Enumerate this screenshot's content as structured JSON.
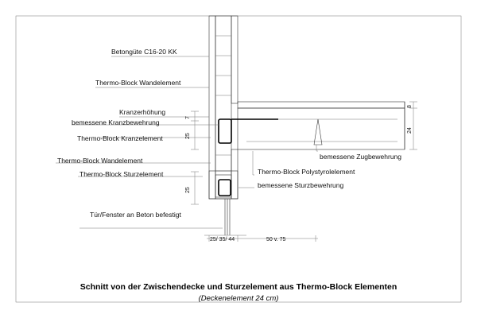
{
  "labels": {
    "betongute": "Betongüte C16-20 KK",
    "wandelement_top": "Thermo-Block Wandelement",
    "kranzerhohung": "Kranzerhöhung",
    "kranzbewehrung": "bemessene Kranzbewehrung",
    "kranzelement": "Thermo-Block Kranzelement",
    "wandelement_bottom": "Thermo-Block Wandelement",
    "sturzelement": "Thermo-Block Sturzelement",
    "tuer_fenster": "Tür/Fenster an Beton befestigt",
    "zugbewehrung": "bemessene Zugbewehrung",
    "polystyrol": "Thermo-Block Polystyrolelement",
    "sturzbewehrung": "bemessene Sturzbewehrung"
  },
  "dimensions": {
    "kranz_top": "7",
    "kranz": "25",
    "sturz": "25",
    "slab_top": "8",
    "slab": "24",
    "wall_width": "25/ 35/ 44",
    "slab_span": "50 v. 75"
  },
  "title": "Schnitt von der Zwischendecke und Sturzelement aus Thermo-Block Elementen",
  "subtitle": "(Deckenelement 24 cm)"
}
